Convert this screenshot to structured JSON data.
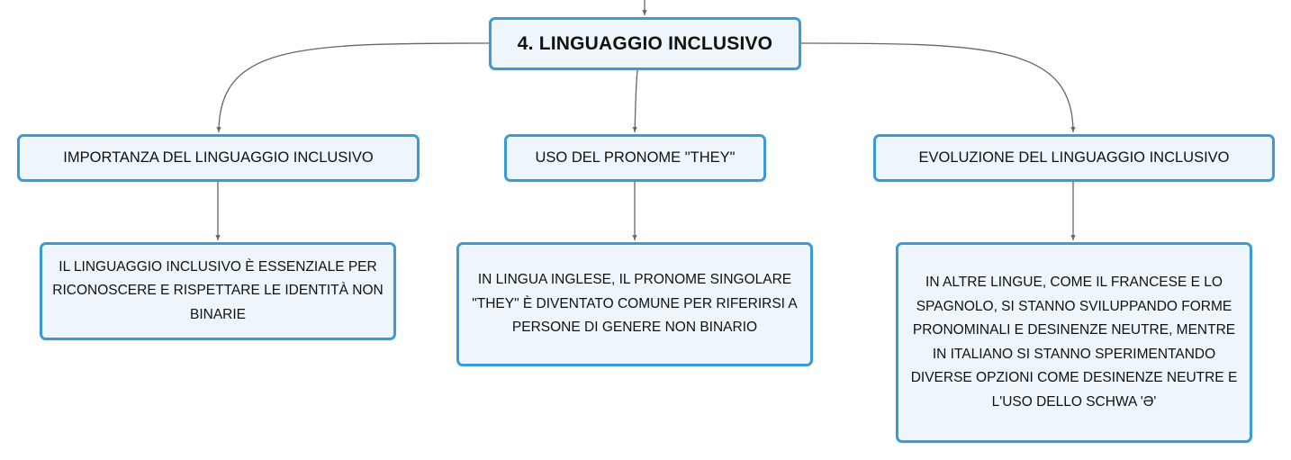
{
  "central": {
    "label": "4. LINGUAGGIO INCLUSIVO"
  },
  "topics": [
    {
      "label": "IMPORTANZA DEL LINGUAGGIO INCLUSIVO",
      "detail": "IL LINGUAGGIO INCLUSIVO È ESSENZIALE PER RICONOSCERE E RISPETTARE LE IDENTITÀ NON BINARIE"
    },
    {
      "label": "USO DEL PRONOME \"THEY\"",
      "detail": "IN LINGUA INGLESE, IL PRONOME SINGOLARE \"THEY\" È DIVENTATO COMUNE PER RIFERIRSI A PERSONE DI GENERE NON BINARIO"
    },
    {
      "label": "EVOLUZIONE DEL LINGUAGGIO INCLUSIVO",
      "detail": "IN ALTRE LINGUE, COME IL FRANCESE E LO SPAGNOLO, SI STANNO SVILUPPANDO FORME PRONOMINALI E DESINENZE NEUTRE, MENTRE IN ITALIANO SI STANNO SPERIMENTANDO DIVERSE OPZIONI COME DESINENZE NEUTRE E L'USO DELLO SCHWA 'Ə'"
    }
  ],
  "colors": {
    "node_border": "#3d9ad9",
    "node_fill": "#eef6fb",
    "connector": "#666666"
  }
}
